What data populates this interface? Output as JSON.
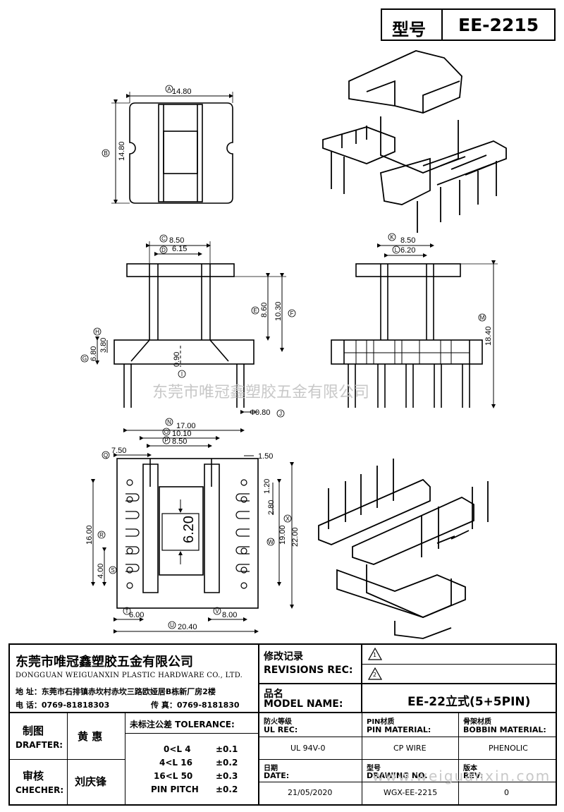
{
  "model_box": {
    "label": "型号",
    "value": "EE-2215"
  },
  "dims": {
    "top": {
      "a": "14.80",
      "b": "14.80",
      "ca": "A",
      "cb": "B"
    },
    "front": {
      "c": "8.50",
      "d": "6.15",
      "e": "8.60",
      "f": "10.30",
      "g": "6.80",
      "h": "3.80",
      "i": "0.90",
      "j": "0.80",
      "cc": "C",
      "cd": "D",
      "ce": "E",
      "cf": "F",
      "cg": "G",
      "ch": "H",
      "ci": "I",
      "cj": "J",
      "phi": "Φ"
    },
    "side": {
      "k": "8.50",
      "l": "6.20",
      "m": "18.40",
      "ck": "K",
      "cl": "L",
      "cm": "M"
    },
    "bottom": {
      "n": "17.00",
      "o": "10.10",
      "p": "8.50",
      "q": "7.50",
      "r1": "1.50",
      "r2": "1.20",
      "r3": "2.80",
      "r": "16.00",
      "s": "4.00",
      "w": "19.00",
      "x": "22.00",
      "t": "6.00",
      "v": "8.00",
      "u": "20.40",
      "center": "6.20",
      "cn": "N",
      "co": "O",
      "cp": "P",
      "cq": "Q",
      "cr": "R",
      "cs": "S",
      "cw": "W",
      "cx": "X",
      "ct": "T",
      "cv": "V",
      "cu": "U"
    }
  },
  "watermark": {
    "cn": "东莞市唯冠鑫塑胶五金有限公司",
    "url": "www.weiguanxin.com"
  },
  "company": {
    "name_cn": "东莞市唯冠鑫塑胶五金有限公司",
    "name_en": "DONGGUAN WEIGUANXIN PLASTIC HARDWARE CO., LTD.",
    "address": "地  址：东莞市石排镇赤坎村赤坎三路欧娅居B栋新厂房2楼",
    "phone": "电  话：0769-81818303",
    "fax": "传  真：0769-8181830"
  },
  "revisions": {
    "label_cn": "修改记录",
    "label_en": "REVISIONS REC:",
    "rev1": "1",
    "rev2": "2"
  },
  "model_name": {
    "label_cn": "品名",
    "label_en": "MODEL NAME:",
    "value": "EE-22立式(5+5PIN)"
  },
  "drafter": {
    "label_cn": "制图",
    "label_en": "DRAFTER:",
    "name": "黄 惠"
  },
  "checker": {
    "label_cn": "审核",
    "label_en": "CHECHER:",
    "name": "刘庆锋"
  },
  "tolerance": {
    "label": "未标注公差 TOLERANCE:",
    "rows": [
      {
        "range": "0<L  4",
        "value": "±0.1"
      },
      {
        "range": "4<L  16",
        "value": "±0.2"
      },
      {
        "range": "16<L  50",
        "value": "±0.3"
      },
      {
        "range": "PIN PITCH",
        "value": "±0.2"
      }
    ]
  },
  "ul": {
    "label_cn": "防火等级",
    "label_en": "UL REC:",
    "value": "UL 94V-0"
  },
  "pin_material": {
    "label_cn": "PIN材质",
    "label_en": "PIN MATERIAL:",
    "value": "CP WIRE"
  },
  "bobbin_material": {
    "label_cn": "骨架材质",
    "label_en": "BOBBIN MATERIAL:",
    "value": "PHENOLIC"
  },
  "date": {
    "label_cn": "日期",
    "label_en": "DATE:",
    "value": "21/05/2020"
  },
  "drawing_no": {
    "label_cn": "型号",
    "label_en": "DRAWING NO.",
    "value": "WGX-EE-2215"
  },
  "rev": {
    "label_cn": "版本",
    "label_en": "REV:",
    "value": "0"
  }
}
